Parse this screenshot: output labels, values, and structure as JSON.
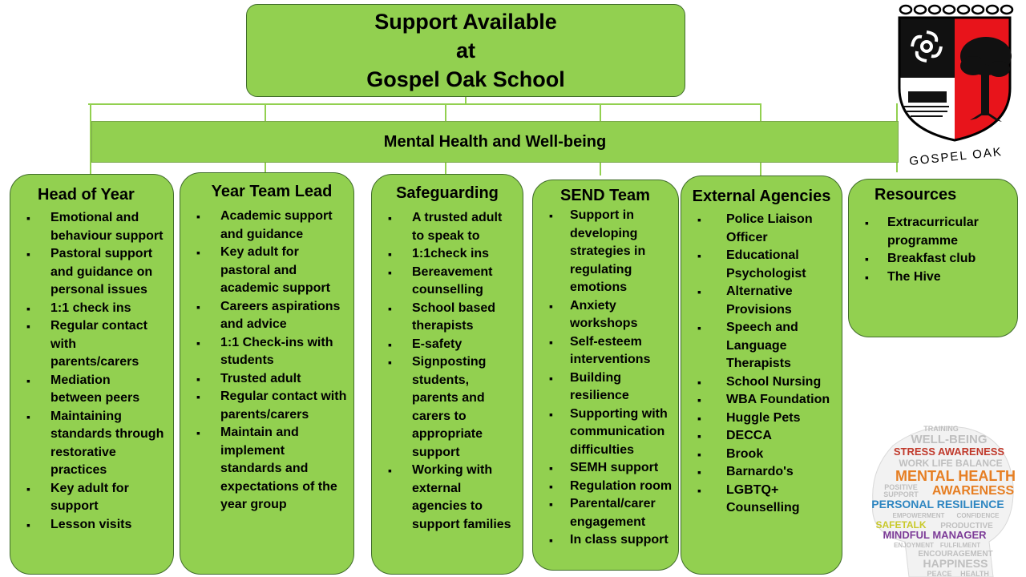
{
  "title": {
    "line1": "Support Available",
    "line2": "at",
    "line3": "Gospel Oak School"
  },
  "band_label": "Mental Health and Well-being",
  "colors": {
    "box_fill": "#92d050",
    "box_border": "#3f6b2a",
    "logo_red": "#e8141b"
  },
  "columns": [
    {
      "heading": "Head of Year",
      "items": [
        "Emotional and behaviour support",
        "Pastoral support and guidance on personal issues",
        "1:1 check ins",
        "Regular contact with parents/carers",
        "Mediation between peers",
        "Maintaining standards through restorative practices",
        "Key adult for support",
        "Lesson visits"
      ]
    },
    {
      "heading": "Year Team Lead",
      "items": [
        "Academic support and guidance",
        "Key adult for pastoral and academic support",
        "Careers aspirations and advice",
        "1:1 Check-ins with students",
        "Trusted adult",
        "Regular contact with parents/carers",
        "Maintain and implement standards and expectations of the year group"
      ]
    },
    {
      "heading": "Safeguarding",
      "items": [
        "A trusted adult to speak to",
        "1:1check ins",
        "Bereavement counselling",
        "School based therapists",
        "E-safety",
        "Signposting students, parents and carers to appropriate support",
        "Working with external agencies to support families"
      ]
    },
    {
      "heading": "SEND Team",
      "items": [
        "Support in developing strategies in regulating emotions",
        "Anxiety workshops",
        "Self-esteem interventions",
        "Building resilience",
        "Supporting with communication difficulties",
        "SEMH support",
        "Regulation room",
        "Parental/carer engagement",
        "In class support"
      ]
    },
    {
      "heading": "External Agencies",
      "items": [
        "Police Liaison Officer",
        "Educational Psychologist",
        "Alternative Provisions",
        "Speech and Language Therapists",
        "School Nursing",
        "WBA Foundation",
        "Huggle Pets",
        "DECCA",
        "Brook",
        "Barnardo's",
        "LGBTQ+ Counselling"
      ]
    },
    {
      "heading": "Resources",
      "items": [
        "Extracurricular programme",
        "Breakfast club",
        "The Hive"
      ]
    }
  ],
  "logo": {
    "name": "GOSPEL OAK"
  },
  "word_cloud": {
    "words": [
      "TRAINING",
      "WELL-BEING",
      "STRESS AWARENESS",
      "WORK LIFE BALANCE",
      "MENTAL HEALTH",
      "POSITIVE",
      "SUPPORT",
      "AWARENESS",
      "PERSONAL RESILIENCE",
      "EMPOWERMENT",
      "CONFIDENCE",
      "SAFETALK",
      "PRODUCTIVE",
      "MINDFUL MANAGER",
      "ENJOYMENT",
      "FULFILMENT",
      "ENCOURAGEMENT",
      "HAPPINESS",
      "PEACE",
      "HEALTH"
    ]
  }
}
